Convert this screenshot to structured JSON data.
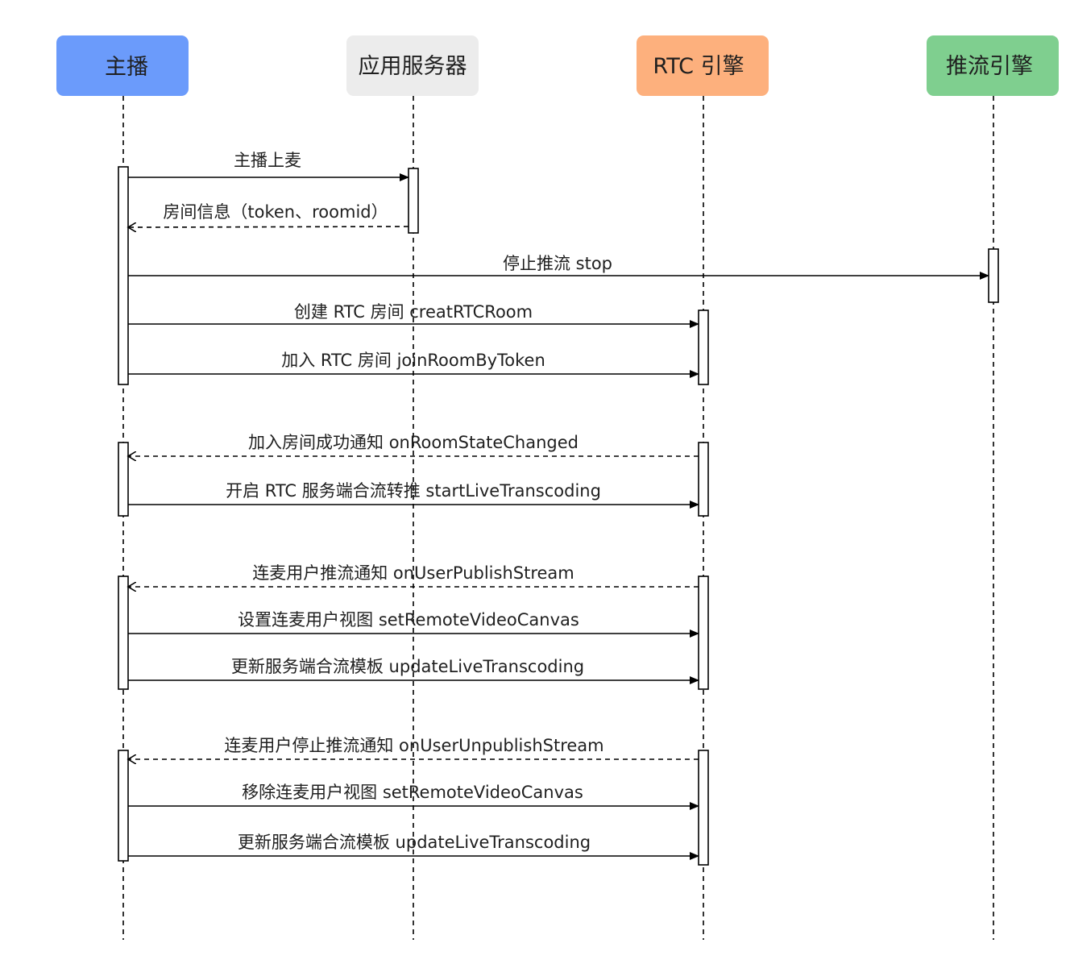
{
  "participants": [
    {
      "id": "host",
      "label": "主播",
      "color": "#6b9bfb"
    },
    {
      "id": "server",
      "label": "应用服务器",
      "color": "#ececec"
    },
    {
      "id": "rtc",
      "label": "RTC 引擎",
      "color": "#fdb07d"
    },
    {
      "id": "push",
      "label": "推流引擎",
      "color": "#7fcf8f"
    }
  ],
  "messages": [
    {
      "from": "host",
      "to": "server",
      "label": "主播上麦",
      "style": "solid"
    },
    {
      "from": "server",
      "to": "host",
      "label": "房间信息（token、roomid）",
      "style": "dashed"
    },
    {
      "from": "host",
      "to": "push",
      "label": "停止推流 stop",
      "style": "solid"
    },
    {
      "from": "host",
      "to": "rtc",
      "label": "创建 RTC 房间 creatRTCRoom",
      "style": "solid"
    },
    {
      "from": "host",
      "to": "rtc",
      "label": "加入 RTC 房间 joinRoomByToken",
      "style": "solid"
    },
    {
      "from": "rtc",
      "to": "host",
      "label": "加入房间成功通知 onRoomStateChanged",
      "style": "dashed"
    },
    {
      "from": "host",
      "to": "rtc",
      "label": "开启 RTC 服务端合流转推 startLiveTranscoding",
      "style": "solid"
    },
    {
      "from": "rtc",
      "to": "host",
      "label": "连麦用户推流通知 onUserPublishStream",
      "style": "dashed"
    },
    {
      "from": "host",
      "to": "rtc",
      "label": "设置连麦用户视图 setRemoteVideoCanvas",
      "style": "solid"
    },
    {
      "from": "host",
      "to": "rtc",
      "label": "更新服务端合流模板 updateLiveTranscoding",
      "style": "solid"
    },
    {
      "from": "rtc",
      "to": "host",
      "label": "连麦用户停止推流通知 onUserUnpublishStream",
      "style": "dashed"
    },
    {
      "from": "host",
      "to": "rtc",
      "label": "移除连麦用户视图 setRemoteVideoCanvas",
      "style": "solid"
    },
    {
      "from": "host",
      "to": "rtc",
      "label": "更新服务端合流模板 updateLiveTranscoding",
      "style": "solid"
    }
  ]
}
